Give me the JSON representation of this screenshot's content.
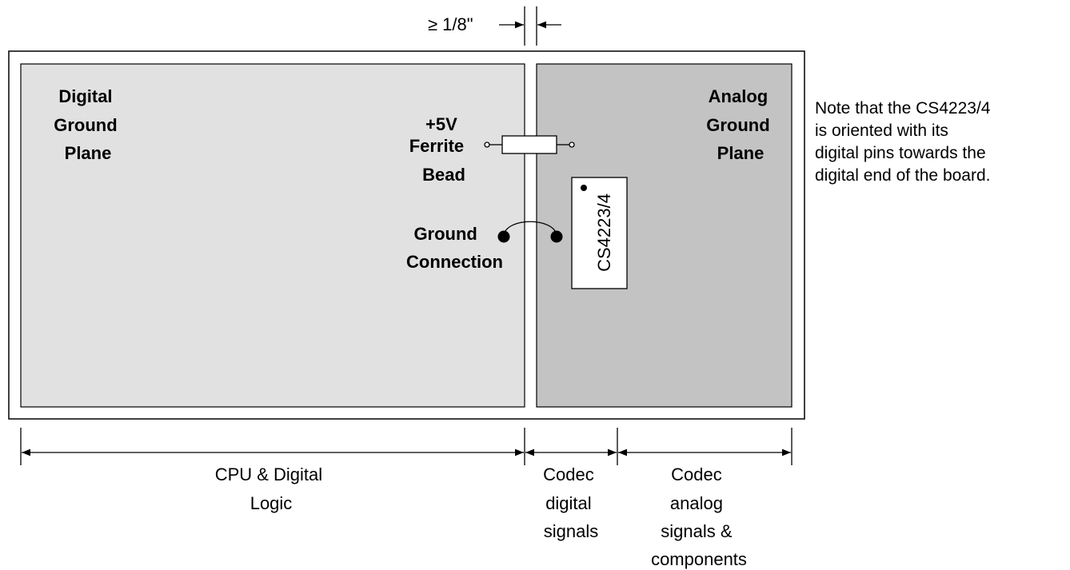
{
  "gap_label": "≥ 1/8\"",
  "digital_plane": {
    "lines": [
      "Digital",
      "Ground",
      "Plane"
    ],
    "color": "#e1e1e1"
  },
  "analog_plane": {
    "lines": [
      "Analog",
      "Ground",
      "Plane"
    ],
    "color": "#c3c3c3"
  },
  "ferrite_label": [
    "+5V",
    "Ferrite",
    "Bead"
  ],
  "ground_label": [
    "Ground",
    "Connection"
  ],
  "chip_label": "CS4223/4",
  "note": [
    "Note that the CS4223/4",
    "is oriented with its",
    "digital pins towards the",
    "digital end of the board."
  ],
  "regions": [
    {
      "lines": [
        "CPU & Digital",
        "Logic"
      ]
    },
    {
      "lines": [
        "Codec",
        "digital",
        "signals"
      ]
    },
    {
      "lines": [
        "Codec",
        "analog",
        "signals &",
        "components"
      ]
    }
  ]
}
